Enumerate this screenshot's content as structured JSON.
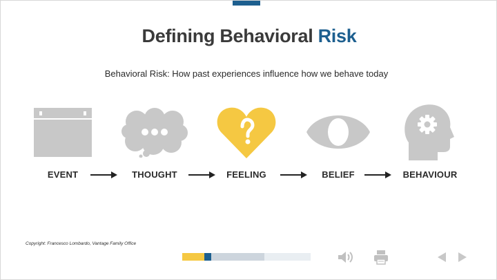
{
  "slide": {
    "title_main": "Defining Behavioral",
    "title_accent": "Risk",
    "subtitle": "Behavioral Risk: How past experiences influence how we behave today",
    "steps": [
      {
        "label": "EVENT",
        "icon": "calendar-icon"
      },
      {
        "label": "THOUGHT",
        "icon": "thought-bubble-icon"
      },
      {
        "label": "FEELING",
        "icon": "heart-question-icon"
      },
      {
        "label": "BELIEF",
        "icon": "eye-icon"
      },
      {
        "label": "BEHAVIOUR",
        "icon": "head-gear-icon"
      }
    ],
    "connector_icon": "arrow-right-icon",
    "copyright": "Copyright: Francesco Lombardo, Vantage Family Office"
  },
  "player": {
    "progress": {
      "played_fraction": 0.17,
      "current_marker_fraction": 0.23,
      "buffered_fraction": 0.64
    },
    "controls": [
      "volume-icon",
      "print-icon",
      "previous-icon",
      "next-icon"
    ]
  },
  "colors": {
    "title_text": "#3a3a3a",
    "accent_blue": "#1d5f8f",
    "icon_gray": "#c8c8c8",
    "feeling_yellow": "#f5c842",
    "progress_yellow": "#f5c842",
    "progress_buffer": "#cdd5dd",
    "progress_track": "#e9eef2"
  }
}
